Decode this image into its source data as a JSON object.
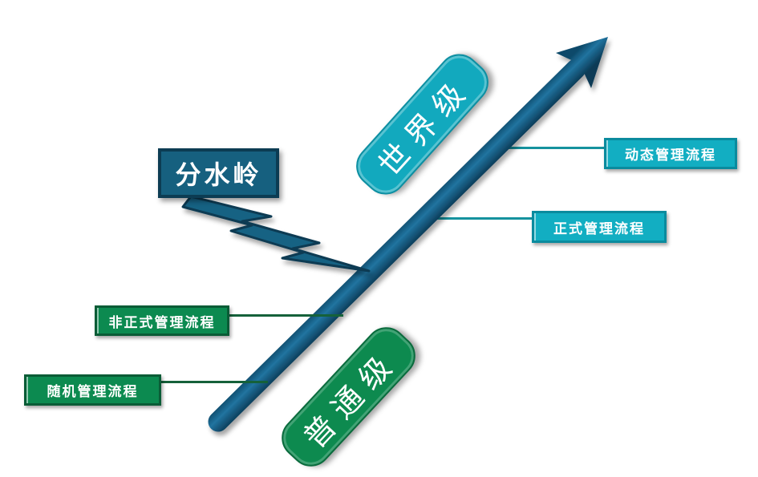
{
  "diagram": {
    "watershed": {
      "label": "分水岭"
    },
    "badges": {
      "world_class": {
        "label": "世界级"
      },
      "ordinary": {
        "label": "普通级"
      }
    },
    "process_labels": {
      "dynamic": {
        "label": "动态管理流程"
      },
      "formal": {
        "label": "正式管理流程"
      },
      "informal": {
        "label": "非正式管理流程"
      },
      "random": {
        "label": "随机管理流程"
      }
    },
    "colors": {
      "arrow_blue": "#1B6089",
      "teal_fill": "#12AEC2",
      "teal_border": "#0A8B9E",
      "green_fill": "#0C8A50",
      "green_border": "#0A5C36",
      "dark_teal_fill": "#16607F",
      "dark_teal_border": "#0C3C53",
      "teal_line": "#15929E",
      "green_line": "#15613A"
    }
  }
}
